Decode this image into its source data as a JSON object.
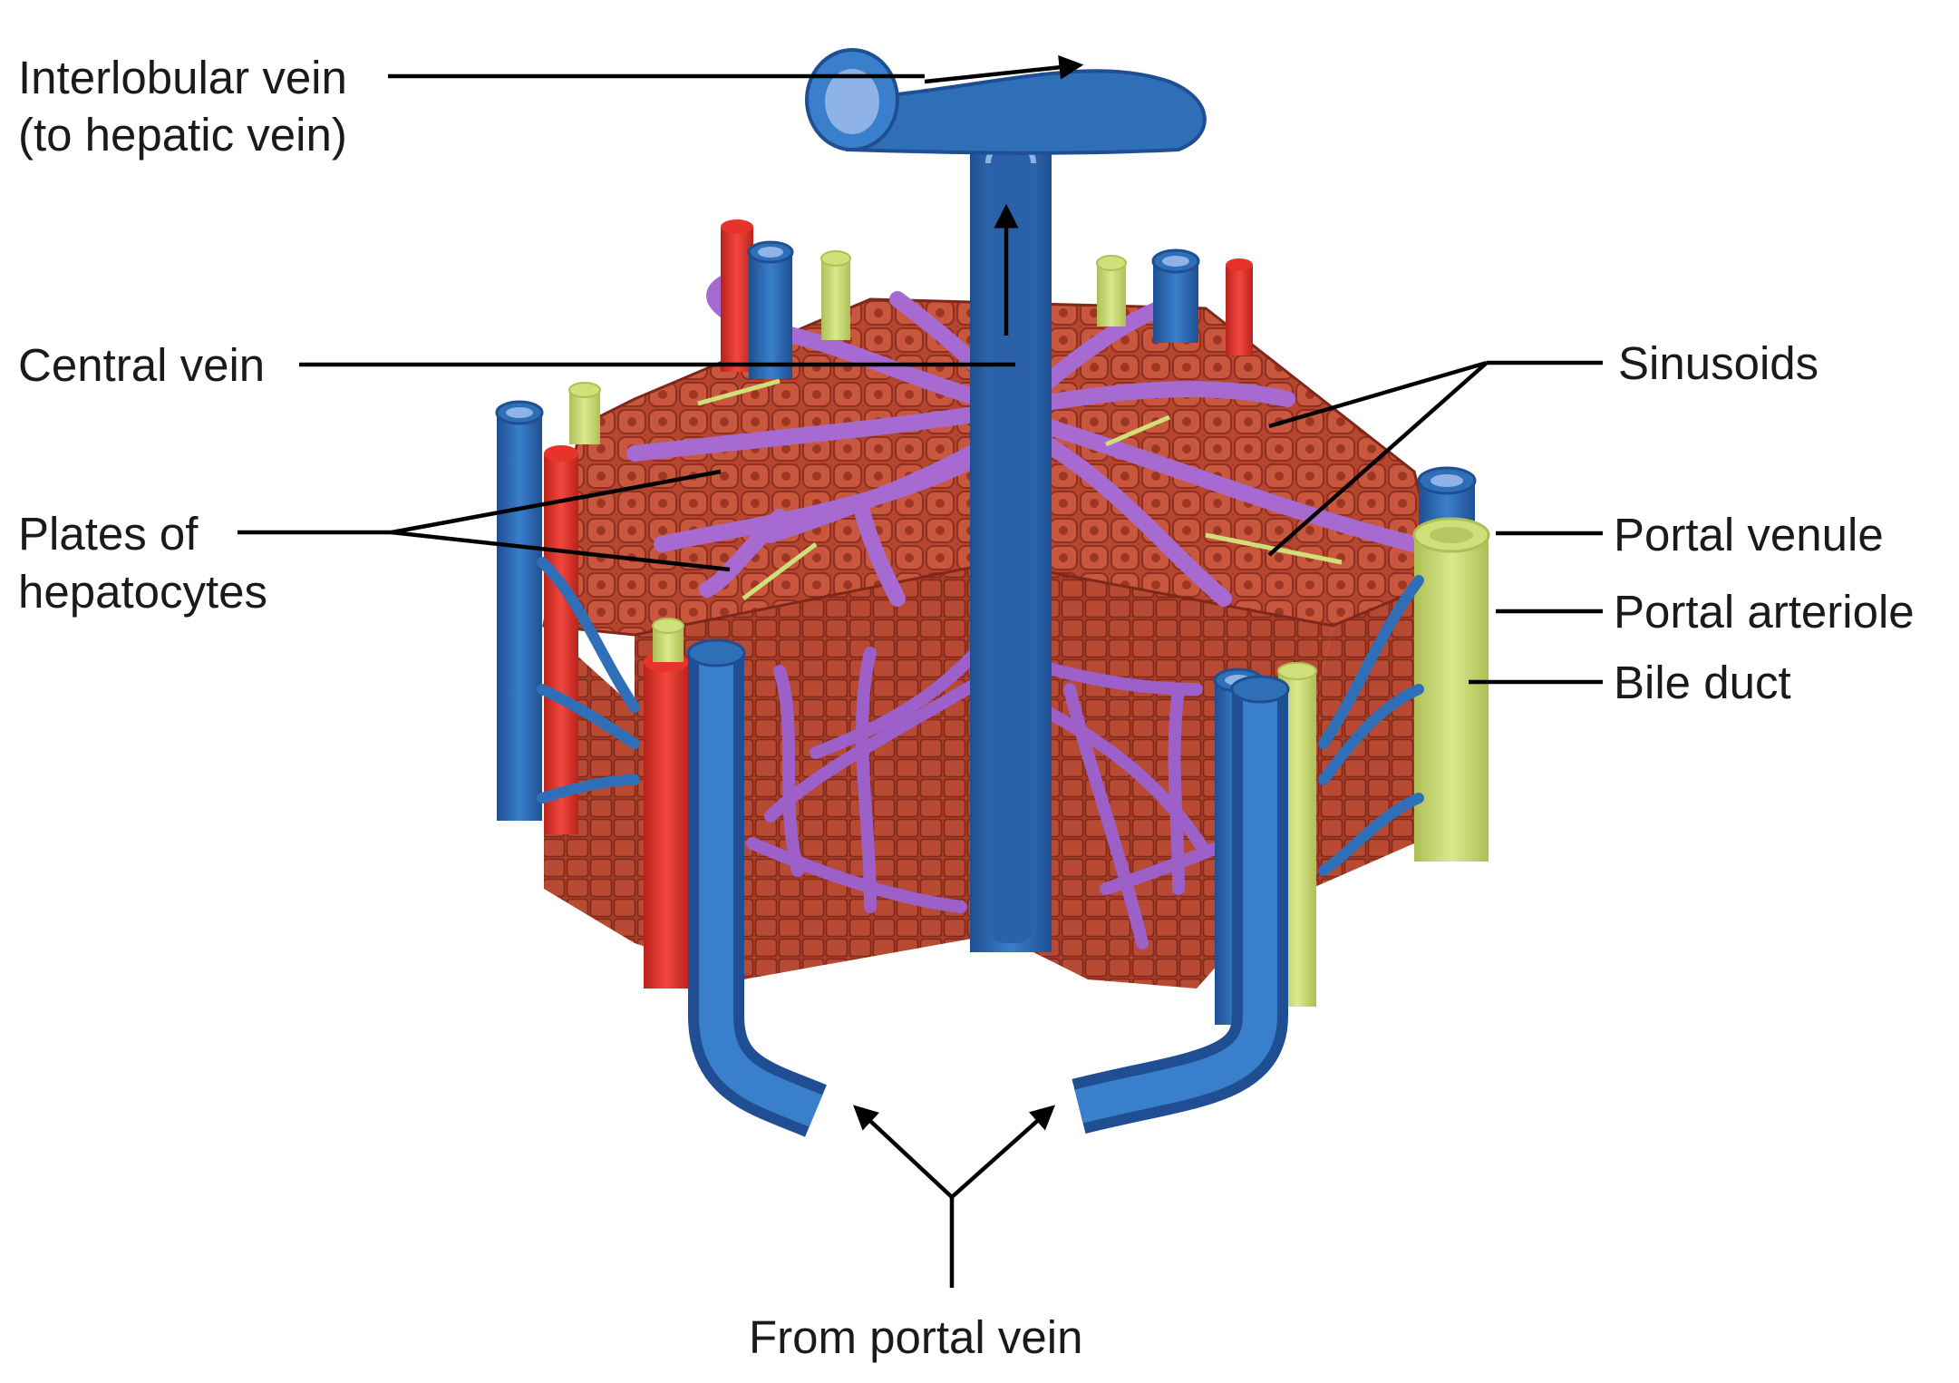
{
  "labels": {
    "interlobular_vein_line1": "Interlobular vein",
    "interlobular_vein_line2": "(to hepatic vein)",
    "central_vein": "Central vein",
    "plates_line1": "Plates of",
    "plates_line2": "hepatocytes",
    "sinusoids": "Sinusoids",
    "portal_venule": "Portal venule",
    "portal_arteriole": "Portal arteriole",
    "bile_duct": "Bile duct",
    "from_portal_vein": "From portal vein"
  },
  "colors": {
    "vein_blue": "#2f6fb8",
    "vein_blue_dark": "#1f4f92",
    "vein_lumen": "#8fb3e6",
    "artery_red": "#e8332a",
    "bile_green": "#cfe07a",
    "tissue": "#b5452f",
    "tissue_dark": "#8e2f1f",
    "sinusoid_purple": "#a76ad0"
  }
}
